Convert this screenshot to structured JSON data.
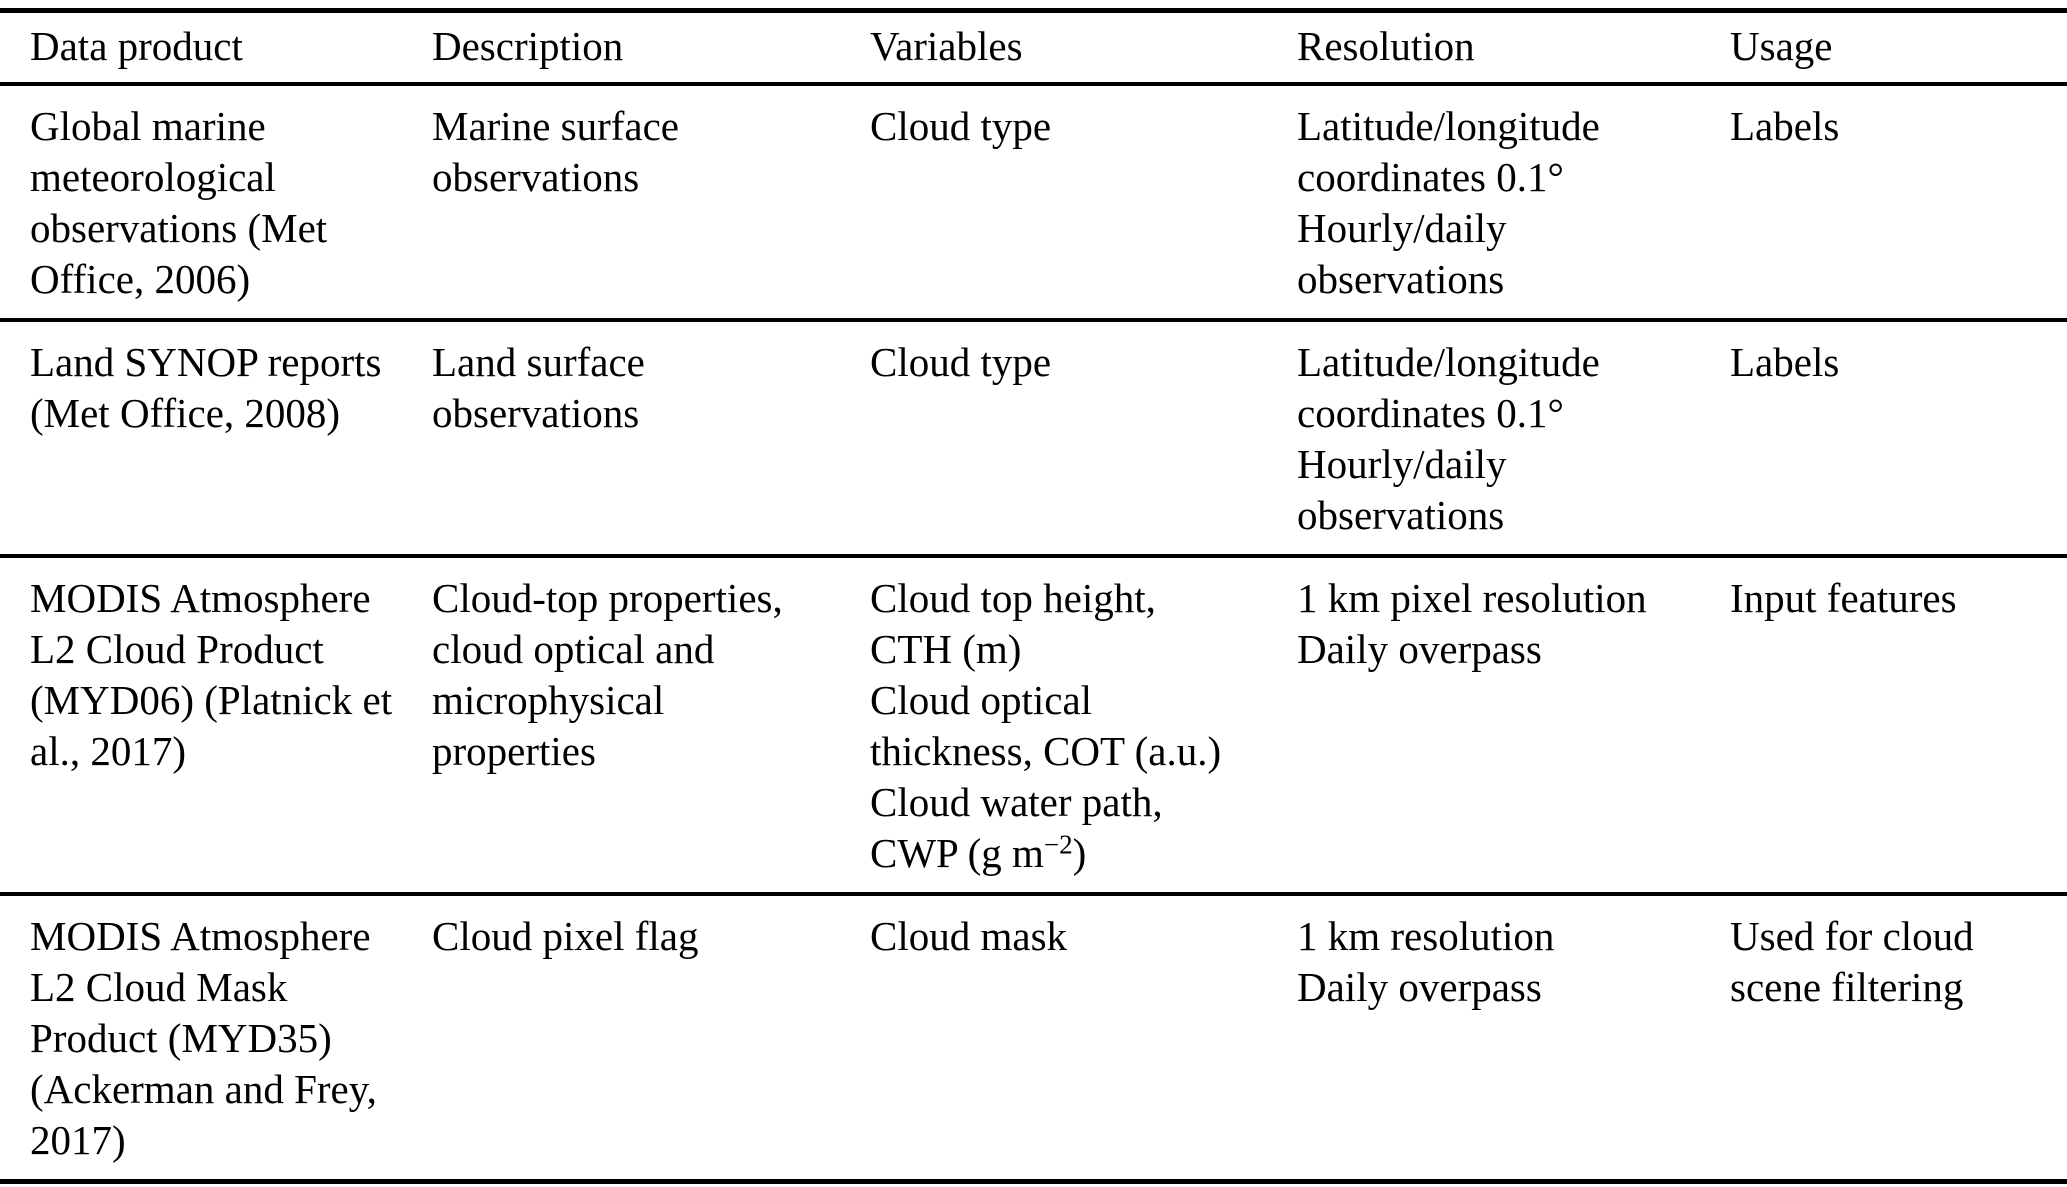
{
  "colors": {
    "background": "#ffffff",
    "text": "#000000",
    "rules": "#000000"
  },
  "table": {
    "columns": [
      "Data product",
      "Description",
      "Variables",
      "Resolution",
      "Usage"
    ],
    "rows": [
      {
        "data_product": "Global marine\nmeteorological\nobservations (Met\nOffice, 2006)",
        "description": "Marine surface\nobservations",
        "variables": "Cloud type",
        "resolution": "Latitude/longitude\ncoordinates 0.1°\nHourly/daily\nobservations",
        "usage": "Labels"
      },
      {
        "data_product": "Land SYNOP reports\n(Met Office, 2008)",
        "description": "Land surface\nobservations",
        "variables": "Cloud type",
        "resolution": "Latitude/longitude\ncoordinates 0.1°\nHourly/daily\nobservations",
        "usage": "Labels"
      },
      {
        "data_product": "MODIS Atmosphere\nL2 Cloud Product\n(MYD06) (Platnick et\nal., 2017)",
        "description": "Cloud-top properties,\ncloud optical and\nmicrophysical\nproperties",
        "variables_main": "Cloud top height,\nCTH (m)\nCloud optical\nthickness, COT (a.u.)\nCloud water path,\nCWP (g m",
        "variables_sup": "−2",
        "variables_end": ")",
        "resolution": "1 km pixel resolution\nDaily overpass",
        "usage": "Input features"
      },
      {
        "data_product": "MODIS Atmosphere\nL2 Cloud Mask\nProduct (MYD35)\n(Ackerman and Frey,\n2017)",
        "description": "Cloud pixel flag",
        "variables": "Cloud mask",
        "resolution": "1 km resolution\nDaily overpass",
        "usage": "Used for cloud\nscene filtering"
      }
    ]
  }
}
